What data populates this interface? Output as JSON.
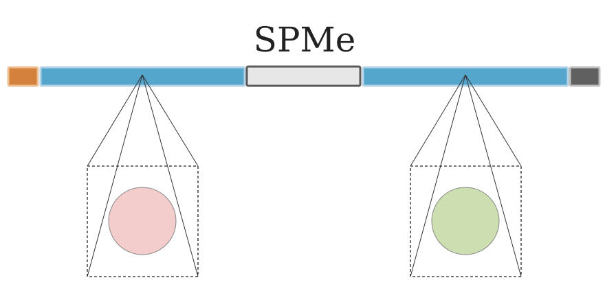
{
  "title": "SPMe",
  "colors": {
    "negative_collector": "#d4813d",
    "negative_collector_border": "#ecc197",
    "electrode": "#54a6cd",
    "electrode_border": "#b6d3e6",
    "separator": "#e7e7e7",
    "separator_border": "#5a5a5a",
    "positive_collector": "#5f605f",
    "positive_collector_border": "#c0c0c0",
    "negative_particle": "#f2cdcb",
    "positive_particle": "#cddfb0"
  },
  "components": [
    {
      "name": "negative-current-collector"
    },
    {
      "name": "negative-electrode"
    },
    {
      "name": "separator"
    },
    {
      "name": "positive-electrode"
    },
    {
      "name": "positive-current-collector"
    }
  ],
  "particles": [
    {
      "name": "negative-particle"
    },
    {
      "name": "positive-particle"
    }
  ]
}
